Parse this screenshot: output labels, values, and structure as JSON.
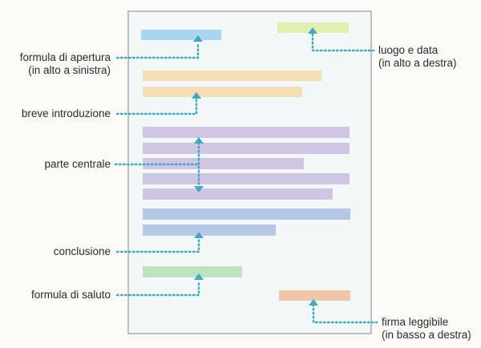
{
  "labels": {
    "formula_apertura": {
      "line1": "formula di apertura",
      "line2": "(in alto a sinistra)"
    },
    "luogo_data": {
      "line1": "luogo e data",
      "line2": "(in alto a destra)"
    },
    "breve_introduzione": "breve introduzione",
    "parte_centrale": "parte centrale",
    "conclusione": "conclusione",
    "formula_saluto": "formula di saluto",
    "firma": {
      "line1": "firma leggibile",
      "line2": "(in basso a destra)"
    }
  },
  "colors": {
    "page_border": "#9a9a9a",
    "page_fill": "#f2f7f7",
    "apertura": "#a9d6ee",
    "luogo_data": "#e3efb0",
    "introduzione": "#f5ddb5",
    "centrale_purple": "#cfc6e3",
    "centrale_blue": "#b7c7e6",
    "saluto": "#bfe3bf",
    "firma": "#f0c6a8",
    "connector": "#3fa7bf"
  }
}
